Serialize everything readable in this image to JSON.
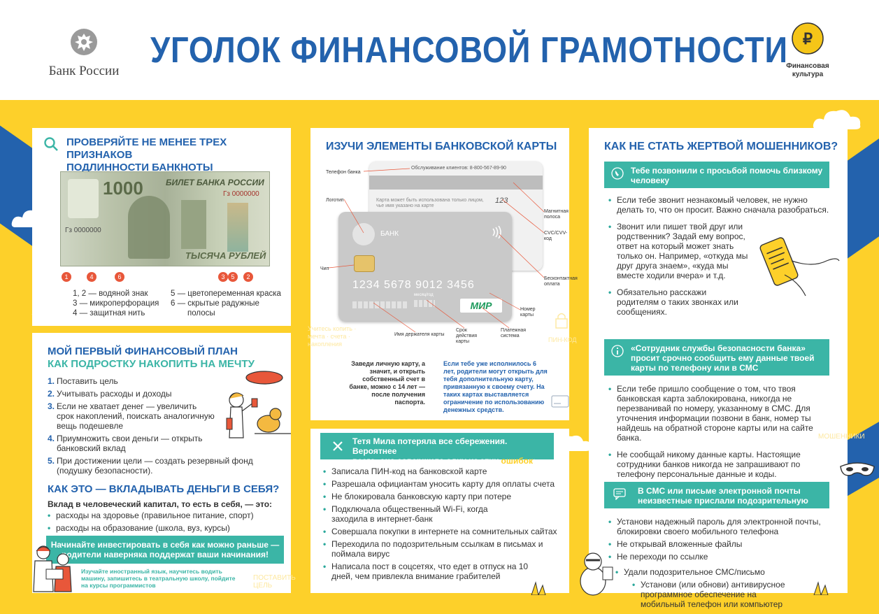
{
  "header": {
    "bank_name": "Банк России",
    "title": "УГОЛОК ФИНАНСОВОЙ ГРАМОТНОСТИ",
    "fin_culture_line1": "Финансовая",
    "fin_culture_line2": "культура",
    "ruble_sign": "₽"
  },
  "banknote": {
    "title_line1": "ПРОВЕРЯЙТЕ НЕ МЕНЕЕ ТРЕХ ПРИЗНАКОВ",
    "title_line2": "ПОДЛИННОСТИ БАНКНОТЫ",
    "note_header": "БИЛЕТ БАНКА РОССИИ",
    "note_value": "1000",
    "note_serial": "Гз 0000000",
    "note_words": "ТЫСЯЧА РУБЛЕЙ",
    "markers": [
      "1",
      "4",
      "6",
      "3",
      "5",
      "2"
    ],
    "legend_left": [
      "1, 2 — водяной знак",
      "3 — микроперфорация",
      "4 — защитная нить"
    ],
    "legend_right_1": "5 — цветопеременная краска",
    "legend_right_2a": "6 — скрытые радужные",
    "legend_right_2b": "полосы"
  },
  "plan": {
    "title_line1": "МОЙ ПЕРВЫЙ ФИНАНСОВЫЙ ПЛАН",
    "title_line2": "КАК ПОДРОСТКУ НАКОПИТЬ НА МЕЧТУ",
    "steps": [
      {
        "num": "1.",
        "text": "Поставить цель"
      },
      {
        "num": "2.",
        "text": "Учитывать расходы и доходы"
      },
      {
        "num": "3.",
        "text": "Если не хватает денег — увеличить срок накоплений, поискать аналогичную вещь подешевле"
      },
      {
        "num": "4.",
        "text": "Приумножить свои деньги — открыть банковский вклад"
      },
      {
        "num": "5.",
        "text": "При достижении цели — создать резервный фонд (подушку безопасности)."
      }
    ],
    "invest_title": "КАК ЭТО — ВКЛАДЫВАТЬ ДЕНЬГИ В СЕБЯ?",
    "invest_intro": "Вклад в человеческий капитал, то есть в себя, — это:",
    "invest_items": [
      "расходы на здоровье (правильное питание, спорт)",
      "расходы на образование (школа, вуз, курсы)"
    ],
    "banner_line1": "Начинайте инвестировать в себя как можно раньше —",
    "banner_line2": "родители наверняка поддержат ваши начинания!",
    "tip": "Изучайте иностранный язык, научитесь водить машину, запишитесь в театральную школу, пойдите на курсы программистов"
  },
  "card": {
    "title": "ИЗУЧИ ЭЛЕМЕНТЫ БАНКОВСКОЙ КАРТЫ",
    "service": "Обслуживание клиентов: 8-800-567-89-90",
    "back_note_1": "Карта может быть использована только лицом,",
    "back_note_2": "чье имя указано на карте",
    "cvc": "123",
    "bank": "БАНК",
    "number": "1234  5678  9012  3456",
    "month_year": "месяц/год",
    "mir": "МИР",
    "labels": {
      "phone": "Телефон банка",
      "logo": "Логотип",
      "chip": "Чип",
      "mag": "Магнитная полоса",
      "cvc": "CVC/CVV-код",
      "contactless": "Бесконтактная оплата",
      "number": "Номер карты",
      "holder": "Имя держателя карты",
      "term": "Срок действия карты",
      "system": "Платежная система"
    },
    "muted_left": "Учитесь копить · мечта · счета · накопления",
    "muted_right": "ПИН-КОД",
    "note_left": "Заведи личную карту, а значит, и открыть собственный счет в банке, можно с 14 лет — после получения паспорта.",
    "note_right": "Если тебе уже исполнилось 6 лет, родители могут открыть для тебя дополнительную карту, привязанную к своему счету. На таких картах выставляется ограничение по использованию денежных средств."
  },
  "mila": {
    "title_line1": "Тетя Мила потеряла все сбережения. Вероятнее",
    "title_line2_pre": "всего, она совершила одну из этих ",
    "title_line2_hl": "ошибок",
    "title_line2_post": ":",
    "items": [
      "Записала ПИН-код на банковской карте",
      "Разрешала официантам уносить карту для оплаты счета",
      "Не блокировала банковскую карту при потере",
      "Подключала общественный Wi-Fi, когда заходила в интернет-банк",
      "Совершала покупки в интернете на сомнительных сайтах",
      "Переходила по подозрительным ссылкам в письмах и поймала вирус",
      "Написала пост в соцсетях, что едет в отпуск на 10 дней, чем привлекла внимание грабителей"
    ],
    "muted_goal": "ПОСТАВИТЬ ЦЕЛЬ"
  },
  "fraud": {
    "title": "КАК НЕ СТАТЬ ЖЕРТВОЙ МОШЕННИКОВ?",
    "box1": "Тебе позвонили с просьбой помочь близкому человеку",
    "items1": [
      "Если тебе звонит незнакомый человек, не нужно делать то, что он просит. Важно сначала разобраться.",
      "Звонит или пишет твой друг или родственник? Задай ему вопрос, ответ на который может знать только он. Например, «откуда мы друг друга знаем», «куда мы вместе ходили вчера» и т.д.",
      "Обязательно расскажи родителям о таких звонках или сообщениях."
    ],
    "box2": "«Сотрудник службы безопасности банка» просит срочно сообщить ему данные твоей карты по телефону или в СМС",
    "items2": [
      "Если тебе пришло сообщение о том, что твоя банковская карта заблокирована, никогда не перезванивай по номеру, указанному в СМС. Для уточнения информации позвони в банк, номер ты найдешь на обратной стороне карты или на сайте банка.",
      "Не сообщай никому данные карты. Настоящие сотрудники банков никогда не запрашивают по телефону персональные данные и коды."
    ],
    "box3": "В СМС или письме электронной почты неизвестные прислали подозрительную ссылку",
    "items3": [
      "Установи надежный пароль для электронной почты, блокировки своего мобильного телефона",
      "Не открывай вложенные файлы",
      "Не переходи по ссылке"
    ],
    "item_delete": "Удали подозрительное СМС/письмо",
    "item_antivirus": "Установи (или обнови) антивирусное программное обеспечение на мобильный телефон или компьютер",
    "muted_fraud": "МОШЕННИКИ"
  },
  "colors": {
    "blue": "#2362ad",
    "yellow": "#fdd02a",
    "teal": "#3bb5a6",
    "orange": "#e8573a"
  }
}
